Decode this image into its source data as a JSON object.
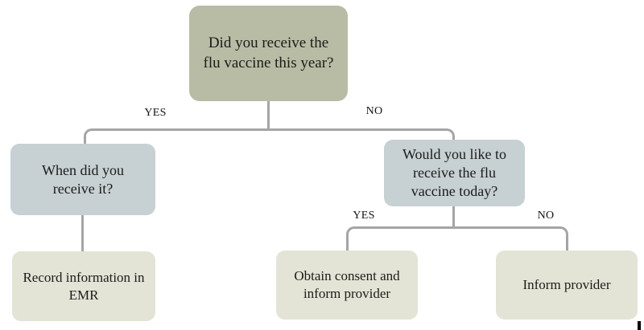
{
  "flowchart": {
    "root": {
      "text": "Did you receive the\nflu vaccine this year?"
    },
    "branch_yes": {
      "label": "YES",
      "question": {
        "text": "When did you\nreceive it?"
      },
      "action": {
        "text": "Record information in\nEMR"
      }
    },
    "branch_no": {
      "label": "NO",
      "question": {
        "text": "Would you like to\nreceive the flu\nvaccine today?"
      },
      "branch_yes": {
        "label": "YES",
        "action": {
          "text": "Obtain consent and\ninform provider"
        }
      },
      "branch_no": {
        "label": "NO",
        "action": {
          "text": "Inform provider"
        }
      }
    },
    "colors": {
      "root_box": "#b9bca4",
      "question_box": "#c7d0d3",
      "action_box": "#e4e4d6",
      "connector": "#a5a5a5",
      "text": "#1b1b1b"
    }
  }
}
